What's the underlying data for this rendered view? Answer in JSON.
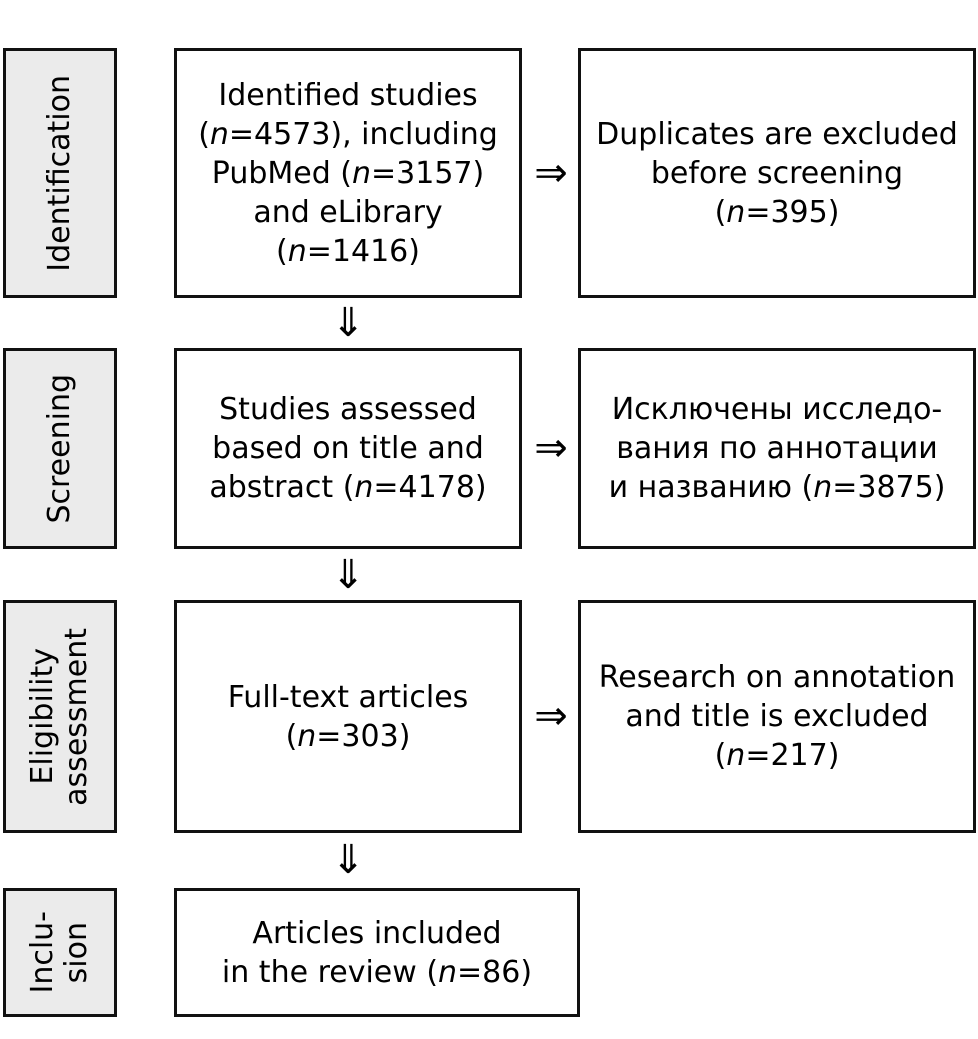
{
  "diagram": {
    "title": "PRISMA study selection flow diagram",
    "type": "flowchart",
    "fill_stage": "#ebebeb",
    "fill_box": "#ffffff",
    "stroke": "#111111"
  },
  "stages": [
    {
      "id": "identification",
      "label_lines": [
        "Identification"
      ]
    },
    {
      "id": "screening",
      "label_lines": [
        "Screening"
      ]
    },
    {
      "id": "eligibility",
      "label_lines": [
        "Eligibility",
        "assessment"
      ]
    },
    {
      "id": "inclusion",
      "label_lines": [
        "Inclu-",
        "sion"
      ]
    }
  ],
  "main_boxes": [
    {
      "id": "identified-studies",
      "text": "Identified studies\n(n=4573), including\nPubMed (n=3157)\nand eLibrary\n(n=1416)",
      "counts": {
        "total": 4573,
        "pubmed": 3157,
        "elibrary": 1416
      }
    },
    {
      "id": "studies-assessed",
      "text": "Studies assessed\nbased on title and\nabstract (n=4178)",
      "counts": {
        "total": 4178
      }
    },
    {
      "id": "full-text-articles",
      "text": "Full-text articles\n(n=303)",
      "counts": {
        "total": 303
      }
    },
    {
      "id": "articles-included",
      "text": "Articles included\nin the review (n=86)",
      "counts": {
        "total": 86
      }
    }
  ],
  "exclusion_boxes": [
    {
      "id": "duplicates-excluded",
      "text": "Duplicates are excluded\nbefore screening\n(n=395)",
      "counts": {
        "total": 395
      }
    },
    {
      "id": "excluded-by-abstract-title",
      "text": "Исключены исследо-\nвания по аннотации\nи названию (n=3875)",
      "counts": {
        "total": 3875
      }
    },
    {
      "id": "research-on-annotation-excluded",
      "text": "Research on annotation\nand title is excluded\n(n=217)",
      "counts": {
        "total": 217
      }
    }
  ],
  "arrows": {
    "right_glyph": "⇒",
    "down_glyph": "⇓",
    "right_count": 3,
    "down_count": 3
  }
}
